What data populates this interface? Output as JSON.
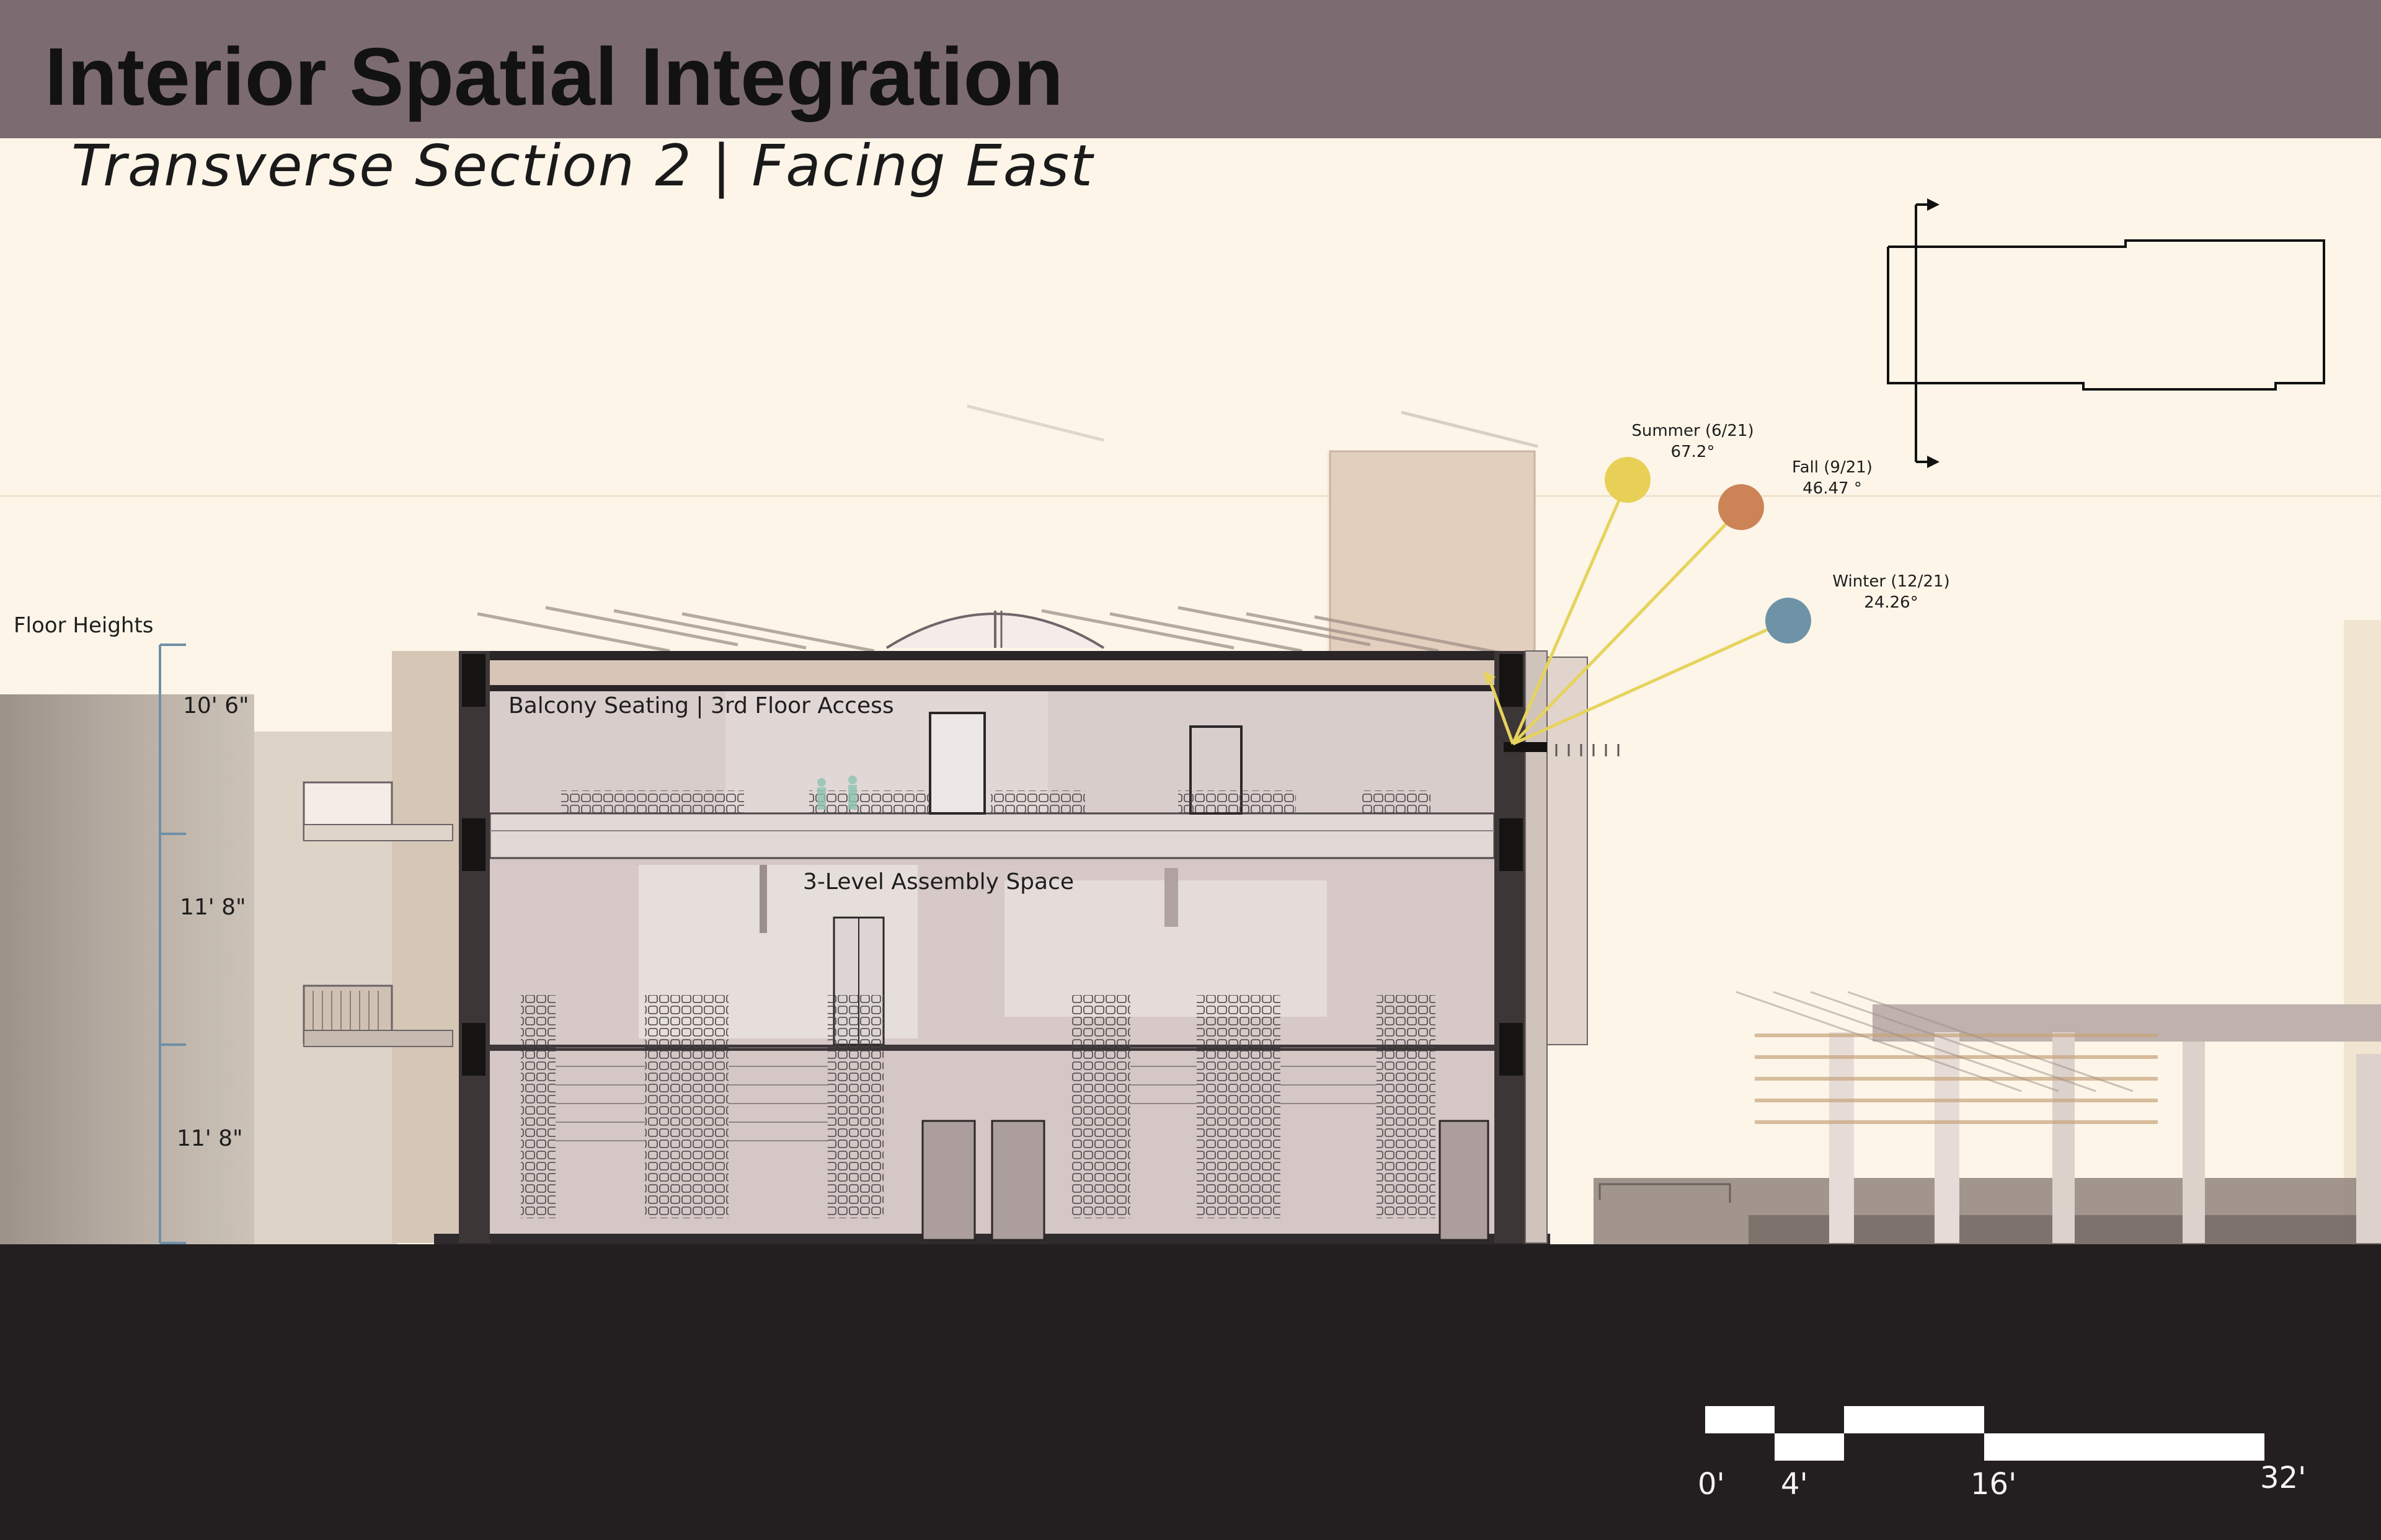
{
  "header": {
    "title": "Interior Spatial Integration",
    "subtitle": "Transverse Section 2 | Facing East"
  },
  "floor_heights": {
    "label": "Floor Heights",
    "levels": [
      "10' 6\"",
      "11' 8\"",
      "11' 8\""
    ]
  },
  "spaces": {
    "balcony": "Balcony Seating | 3rd Floor Access",
    "assembly": "3-Level Assembly Space"
  },
  "sun_angles": [
    {
      "season": "Summer (6/21)",
      "angle": "67.2°",
      "color": "#e8d056"
    },
    {
      "season": "Fall (9/21)",
      "angle": "46.47 °",
      "color": "#cc8356"
    },
    {
      "season": "Winter (12/21)",
      "angle": "24.26°",
      "color": "#6f93a6"
    }
  ],
  "scale_bar": {
    "labels": [
      "0'",
      "4'",
      "16'",
      "32'"
    ]
  },
  "colors": {
    "header": "#7d6b72",
    "background": "#fcf5e8",
    "ground": "#231f20",
    "sun_ray": "#e6d35c"
  }
}
